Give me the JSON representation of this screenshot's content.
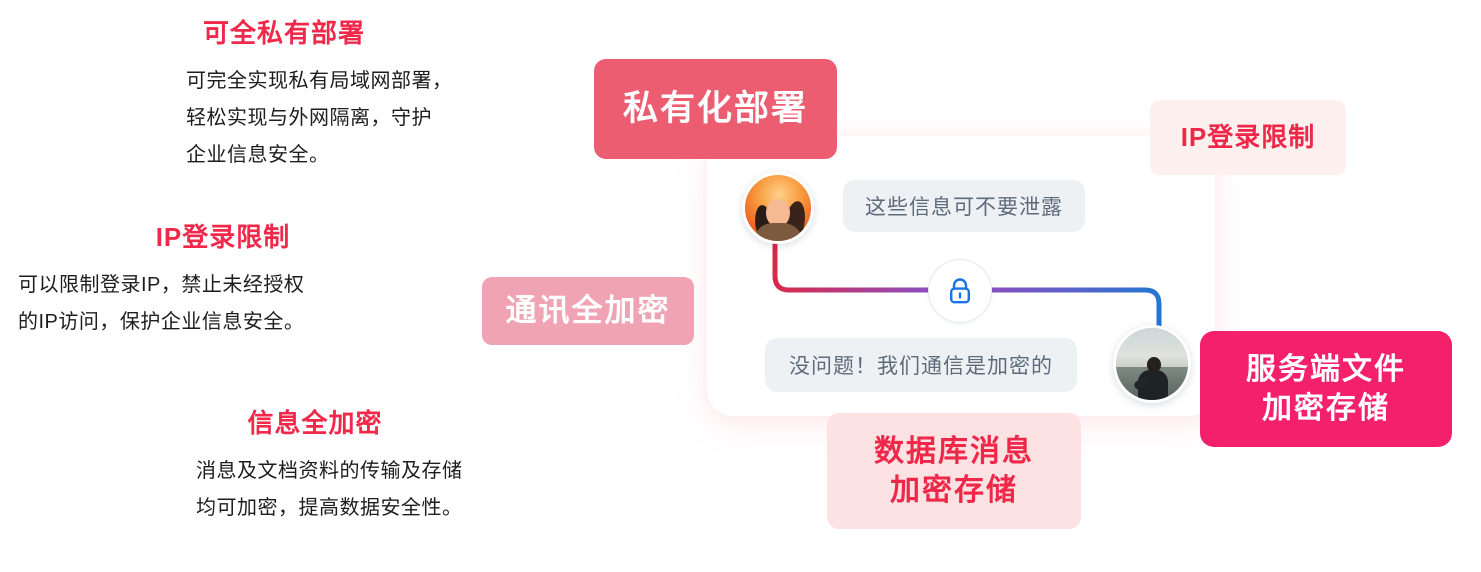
{
  "features": [
    {
      "title": "可全私有部署",
      "lines": [
        "可完全实现私有局域网部署，",
        "轻松实现与外网隔离，守护",
        "企业信息安全。"
      ]
    },
    {
      "title": "IP登录限制",
      "lines": [
        "可以限制登录IP，禁止未经授权",
        "的IP访问，保护企业信息安全。"
      ]
    },
    {
      "title": "信息全加密",
      "lines": [
        "消息及文档资料的传输及存储",
        "均可加密，提高数据安全性。"
      ]
    }
  ],
  "badges": {
    "private_deploy": "私有化部署",
    "ip_login_limit": "IP登录限制",
    "comm_encrypt": "通讯全加密",
    "db_encrypt": "数据库消息\n加密存储",
    "server_file_encrypt": "服务端文件\n加密存储"
  },
  "chat": {
    "incoming_message": "这些信息可不要泄露",
    "outgoing_message": "没问题！我们通信是加密的",
    "lock_icon": "lock-icon"
  },
  "colors": {
    "title_red": "#f0294b",
    "badge_solid_pink": "#ec5d72",
    "badge_soft_pink": "#f0a3b2",
    "badge_pale_pink": "#fce2e3",
    "badge_vivid_magenta": "#f5206a",
    "badge_faint_pink": "#fdf0ef",
    "bubble_gray": "#edf1f4",
    "bubble_text": "#5d6b7a",
    "lock_blue": "#1a73e8",
    "line_crimson": "#d8294a",
    "line_purple": "#8a4fc0",
    "line_blue": "#2476d2"
  }
}
